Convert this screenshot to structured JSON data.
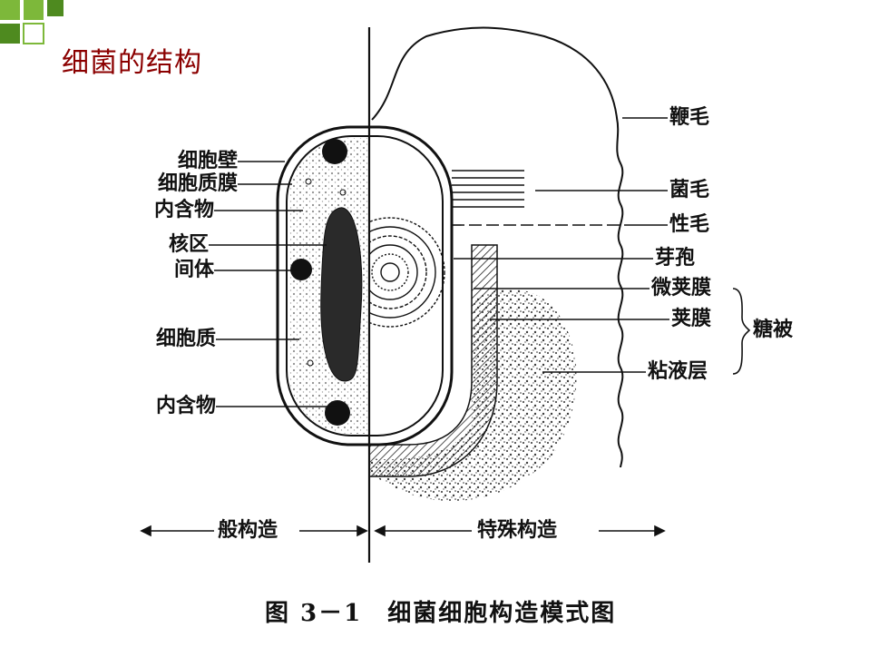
{
  "title": "细菌的结构",
  "labels_left": {
    "cell_wall": "细胞壁",
    "cell_membrane": "细胞质膜",
    "inclusion_top": "内含物",
    "nucleoid": "核区",
    "mesosome": "间体",
    "cytoplasm": "细胞质",
    "inclusion_bottom": "内含物"
  },
  "labels_right": {
    "flagellum": "鞭毛",
    "pili": "菌毛",
    "sex_pilus": "性毛",
    "spore": "芽孢",
    "microcapsule": "微荚膜",
    "capsule": "荚膜",
    "slime_layer": "粘液层",
    "glycocalyx": "糖被"
  },
  "sections": {
    "general": "般构造",
    "special": "特殊构造"
  },
  "caption": "图 3－1　细菌细胞构造模式图",
  "colors": {
    "title": "#8B0000",
    "logo_green": "#7DB83A",
    "logo_dark": "#4E8A1F",
    "ink": "#111111"
  }
}
